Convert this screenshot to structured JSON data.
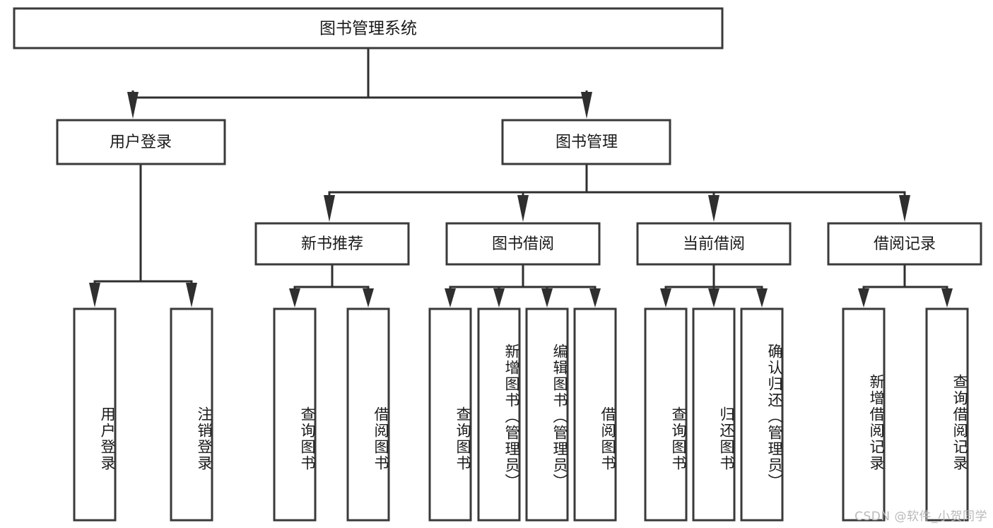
{
  "diagram": {
    "title_node": {
      "label": "图书管理系统"
    },
    "level2": [
      {
        "id": "user-login",
        "label": "用户登录"
      },
      {
        "id": "book-manage",
        "label": "图书管理"
      }
    ],
    "level3": [
      {
        "id": "new-book-recommend",
        "label": "新书推荐",
        "parent": "book-manage"
      },
      {
        "id": "book-borrow",
        "label": "图书借阅",
        "parent": "book-manage"
      },
      {
        "id": "current-borrow",
        "label": "当前借阅",
        "parent": "book-manage"
      },
      {
        "id": "borrow-record",
        "label": "借阅记录",
        "parent": "book-manage"
      }
    ],
    "leaves": [
      {
        "id": "leaf-user-login",
        "label": "用户登录",
        "parent": "user-login"
      },
      {
        "id": "leaf-logout-login",
        "label": "注销登录",
        "parent": "user-login"
      },
      {
        "id": "leaf-query-book-1",
        "label": "查询图书",
        "parent": "new-book-recommend"
      },
      {
        "id": "leaf-borrow-book-1",
        "label": "借阅图书",
        "parent": "new-book-recommend"
      },
      {
        "id": "leaf-query-book-2",
        "label": "查询图书",
        "parent": "book-borrow"
      },
      {
        "id": "leaf-add-book",
        "label": "新增图书（管理员）",
        "parent": "book-borrow"
      },
      {
        "id": "leaf-edit-book",
        "label": "编辑图书（管理员）",
        "parent": "book-borrow"
      },
      {
        "id": "leaf-borrow-book-2",
        "label": "借阅图书",
        "parent": "book-borrow"
      },
      {
        "id": "leaf-query-book-3",
        "label": "查询图书",
        "parent": "current-borrow"
      },
      {
        "id": "leaf-return-book",
        "label": "归还图书",
        "parent": "current-borrow"
      },
      {
        "id": "leaf-confirm-return",
        "label": "确认归还（管理员）",
        "parent": "current-borrow"
      },
      {
        "id": "leaf-add-record",
        "label": "新增借阅记录",
        "parent": "borrow-record"
      },
      {
        "id": "leaf-query-record",
        "label": "查询借阅记录",
        "parent": "borrow-record"
      }
    ],
    "watermark": "CSDN @软件_小贺同学",
    "colors": {
      "box_stroke": "#3a3a3a",
      "connector": "#2f2f2f",
      "text": "#1a1a1a",
      "background": "#ffffff",
      "watermark": "#b9b9b9"
    }
  }
}
